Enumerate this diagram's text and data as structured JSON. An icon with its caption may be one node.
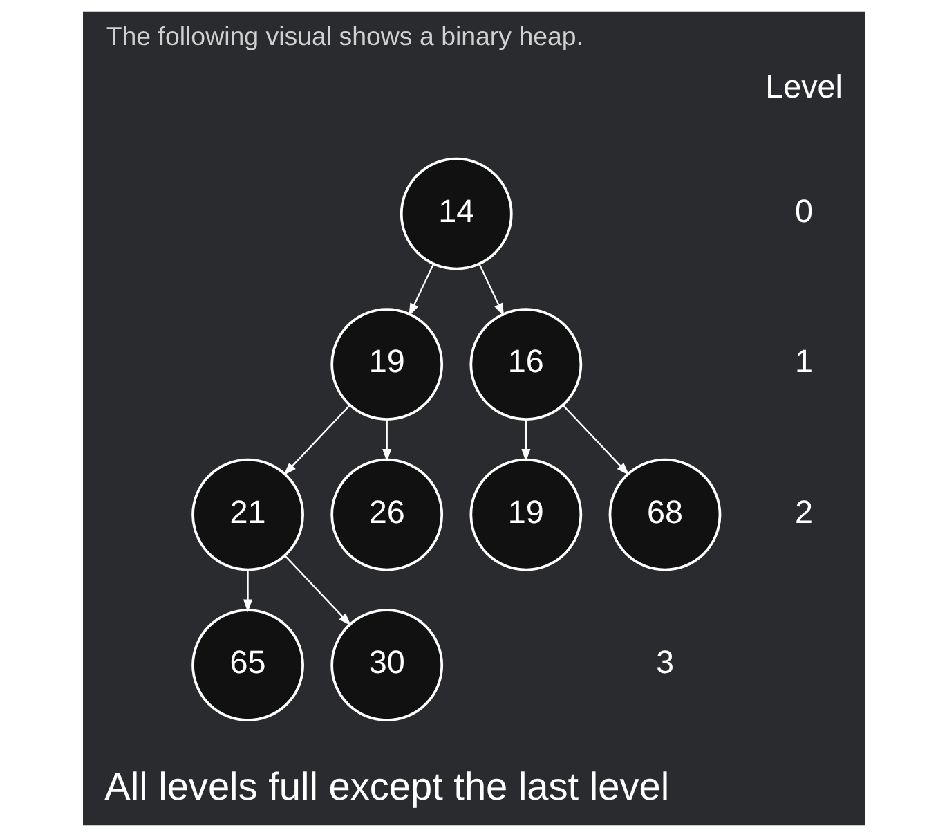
{
  "diagram": {
    "title": "The following visual shows a binary heap.",
    "nodes": [
      {
        "text": [
          "14"
        ]
      },
      {
        "text": [
          "19"
        ]
      },
      {
        "text": [
          "16"
        ]
      },
      {
        "text": [
          "21"
        ]
      },
      {
        "text": [
          "26"
        ]
      },
      {
        "text": [
          "19"
        ]
      },
      {
        "text": [
          "68"
        ]
      },
      {
        "text": [
          "65"
        ]
      },
      {
        "text": [
          "30"
        ]
      }
    ],
    "edges": [
      {
        "from": 0,
        "to": 1,
        "arrow": "to"
      },
      {
        "from": 0,
        "to": 2,
        "arrow": "to"
      },
      {
        "from": 1,
        "to": 3,
        "arrow": "to"
      },
      {
        "from": 1,
        "to": 4,
        "arrow": "to"
      },
      {
        "from": 2,
        "to": 5,
        "arrow": "to"
      },
      {
        "from": 2,
        "to": 6,
        "arrow": "to"
      },
      {
        "from": 3,
        "to": 7,
        "arrow": "to"
      },
      {
        "from": 3,
        "to": 8,
        "arrow": "to"
      }
    ],
    "labels": [
      "Level",
      "0",
      "1",
      "2",
      "3",
      "All levels full except the last level"
    ]
  }
}
